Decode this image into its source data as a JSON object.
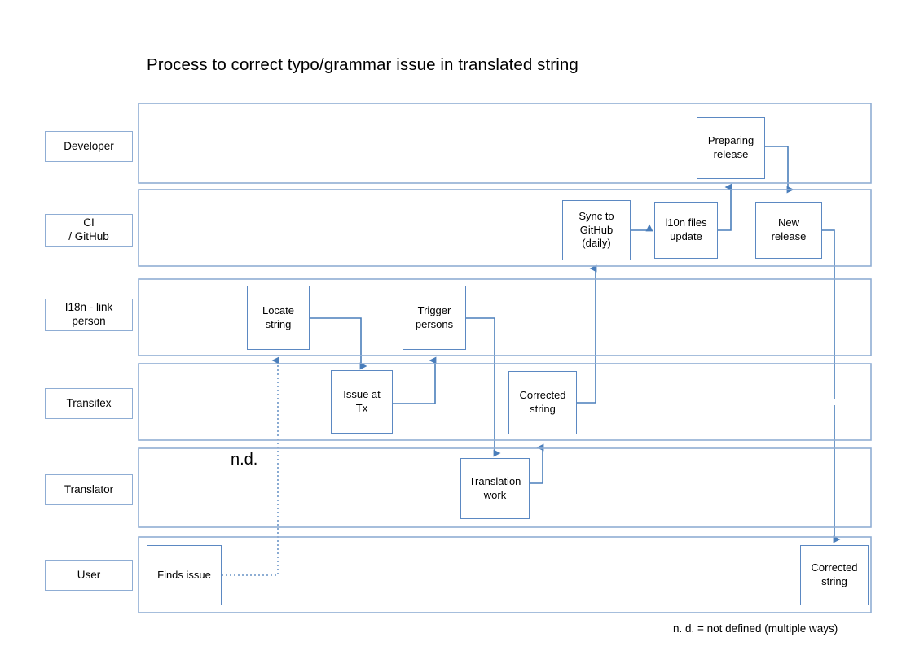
{
  "title": "Process to correct typo/grammar issue in translated string",
  "footnote": "n. d. = not defined (multiple ways)",
  "nd_marker": "n.d.",
  "colors": {
    "lane_border": "#8fadd4",
    "node_border": "#5b88c2",
    "connector": "#4a7ebb",
    "background": "#ffffff",
    "text": "#000000"
  },
  "lanes": [
    {
      "id": "developer",
      "label": "Developer",
      "label_lines": [
        "Developer"
      ]
    },
    {
      "id": "ci-github",
      "label": "CI / GitHub",
      "label_lines": [
        "CI",
        "/ GitHub"
      ]
    },
    {
      "id": "i18n-link-person",
      "label": "I18n - link person",
      "label_lines": [
        "I18n - link",
        "person"
      ]
    },
    {
      "id": "transifex",
      "label": "Transifex",
      "label_lines": [
        "Transifex"
      ]
    },
    {
      "id": "translator",
      "label": "Translator",
      "label_lines": [
        "Translator"
      ]
    },
    {
      "id": "user",
      "label": "User",
      "label_lines": [
        "User"
      ]
    }
  ],
  "nodes": [
    {
      "id": "preparing-release",
      "lane": "developer",
      "label": "Preparing release",
      "label_lines": [
        "Preparing",
        "release"
      ]
    },
    {
      "id": "sync-to-github",
      "lane": "ci-github",
      "label": "Sync to GitHub (daily)",
      "label_lines": [
        "Sync to",
        "GitHub",
        "(daily)"
      ]
    },
    {
      "id": "l10n-files-update",
      "lane": "ci-github",
      "label": "l10n files update",
      "label_lines": [
        "l10n files",
        "update"
      ]
    },
    {
      "id": "new-release",
      "lane": "ci-github",
      "label": "New release",
      "label_lines": [
        "New",
        "release"
      ]
    },
    {
      "id": "locate-string",
      "lane": "i18n-link-person",
      "label": "Locate string",
      "label_lines": [
        "Locate",
        "string"
      ]
    },
    {
      "id": "trigger-persons",
      "lane": "i18n-link-person",
      "label": "Trigger persons",
      "label_lines": [
        "Trigger",
        "persons"
      ]
    },
    {
      "id": "issue-at-tx",
      "lane": "transifex",
      "label": "Issue at Tx",
      "label_lines": [
        "Issue at",
        "Tx"
      ]
    },
    {
      "id": "corrected-string-tx",
      "lane": "transifex",
      "label": "Corrected string",
      "label_lines": [
        "Corrected",
        "string"
      ]
    },
    {
      "id": "translation-work",
      "lane": "translator",
      "label": "Translation work",
      "label_lines": [
        "Translation",
        "work"
      ]
    },
    {
      "id": "finds-issue",
      "lane": "user",
      "label": "Finds issue",
      "label_lines": [
        "Finds issue"
      ]
    },
    {
      "id": "corrected-string-user",
      "lane": "user",
      "label": "Corrected string",
      "label_lines": [
        "Corrected",
        "string"
      ]
    }
  ],
  "connectors": [
    {
      "from": "finds-issue",
      "to": "locate-string",
      "style": "dotted",
      "note": "n.d."
    },
    {
      "from": "locate-string",
      "to": "issue-at-tx",
      "style": "solid"
    },
    {
      "from": "issue-at-tx",
      "to": "trigger-persons",
      "style": "solid"
    },
    {
      "from": "trigger-persons",
      "to": "translation-work",
      "style": "solid"
    },
    {
      "from": "translation-work",
      "to": "corrected-string-tx",
      "style": "solid"
    },
    {
      "from": "corrected-string-tx",
      "to": "sync-to-github",
      "style": "solid"
    },
    {
      "from": "sync-to-github",
      "to": "l10n-files-update",
      "style": "solid"
    },
    {
      "from": "l10n-files-update",
      "to": "preparing-release",
      "style": "solid"
    },
    {
      "from": "preparing-release",
      "to": "new-release",
      "style": "solid"
    },
    {
      "from": "new-release",
      "to": "corrected-string-user",
      "style": "solid"
    }
  ]
}
